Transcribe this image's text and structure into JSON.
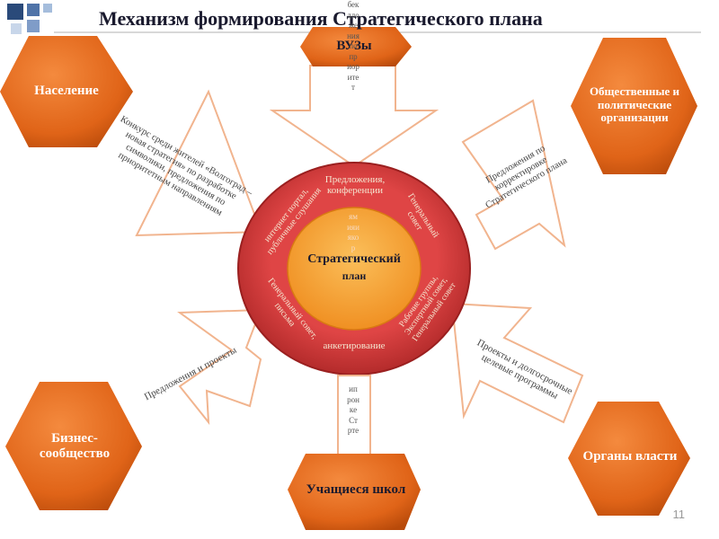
{
  "title": "Механизм формирования Стратегического плана",
  "page_number": "11",
  "center": {
    "label_line1": "Стратегический",
    "label_line2": "план"
  },
  "ring": {
    "top": "Предложения, конференции",
    "top_left": "интернет портал, публичные слушания",
    "top_right": "Генеральный совет",
    "bottom_left": "Генеральный совет, письма",
    "bottom_right": "Рабочие группы, Экспертный совет, Генеральный совет",
    "bottom": "анкетирование"
  },
  "nodes": {
    "top": "ВУЗы",
    "top_left": "Население",
    "top_right": "Общественные и политические организации",
    "bottom_left": "Бизнес-сообщество",
    "bottom_right": "Органы власти",
    "bottom": "Учащиеся школ"
  },
  "arrow_labels": {
    "top_left": "Конкурс среди жителей «Волгоград – новая стратегия» по разработке символики, предложения по приоритетным направлениям",
    "top_right": "Предложения по корректировке Стратегического плана",
    "bottom_left": "Предложения и проекты",
    "bottom_right": "Проекты и долгосрочные целевые программы"
  },
  "vertical_fragments": {
    "top": "бекдложенияпоприоритет",
    "ring_middle": "ямияиякор",
    "bottom": "ипронкеСтрте"
  },
  "colors": {
    "hex_fill": "#e06418",
    "hex_dark": "#b84a0a",
    "ring": "#d63b3b",
    "ring_dark": "#a82424",
    "center": "#f39a2c",
    "arrow_stroke": "#f1b48e",
    "corner_blue": "#2a4a7a"
  }
}
